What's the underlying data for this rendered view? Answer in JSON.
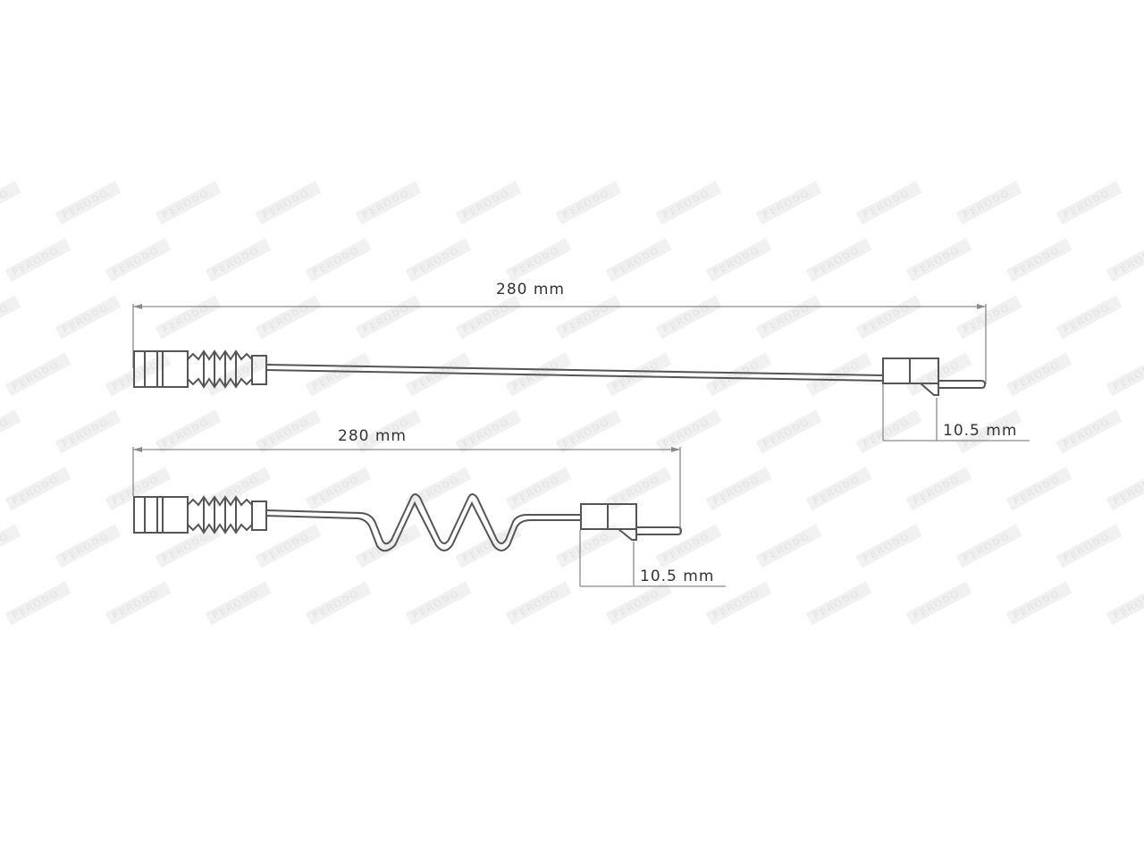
{
  "watermark": {
    "text": "FERODO",
    "color": "#e2e2e2"
  },
  "drawings": [
    {
      "id": "straight-sensor",
      "length_label": "280 mm",
      "tip_label": "10.5 mm",
      "cable": "straight"
    },
    {
      "id": "coiled-sensor",
      "length_label": "280 mm",
      "tip_label": "10.5 mm",
      "cable": "coiled"
    }
  ],
  "colors": {
    "line": "#555555",
    "dimension": "#8a8a8a",
    "text": "#333333",
    "background": "#ffffff"
  }
}
